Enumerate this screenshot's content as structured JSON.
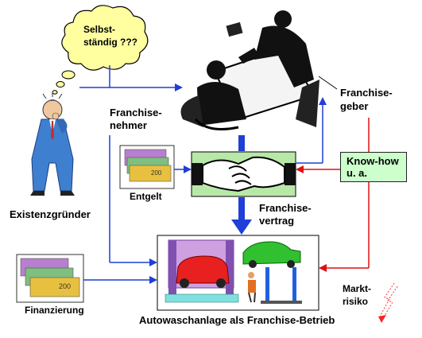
{
  "bubble": {
    "line1": "Selbst-",
    "line2": "ständig ???"
  },
  "labels": {
    "existenzgruender": "Existenzgründer",
    "franchisenehmer_1": "Franchise-",
    "franchisenehmer_2": "nehmer",
    "franchisegeber_1": "Franchise-",
    "franchisegeber_2": "geber",
    "entgelt": "Entgelt",
    "franchisevertrag_1": "Franchise-",
    "franchisevertrag_2": "vertrag",
    "finanzierung": "Finanzierung",
    "knowhow_1": "Know-how",
    "knowhow_2": "u. a.",
    "marktrisiko_1": "Markt-",
    "marktrisiko_2": "risiko",
    "betrieb": "Autowaschanlage als Franchise-Betrieb"
  },
  "colors": {
    "blue": "#1f3fd6",
    "red": "#dd1111",
    "bubble": "#ffffa0",
    "knowhow_bg": "#ccffcc"
  },
  "icons": [
    "worried-man-icon",
    "thought-bubble-icon",
    "business-meeting-icon",
    "handshake-icon",
    "money-bills-icon",
    "car-wash-icon",
    "lightning-arrow-icon"
  ]
}
